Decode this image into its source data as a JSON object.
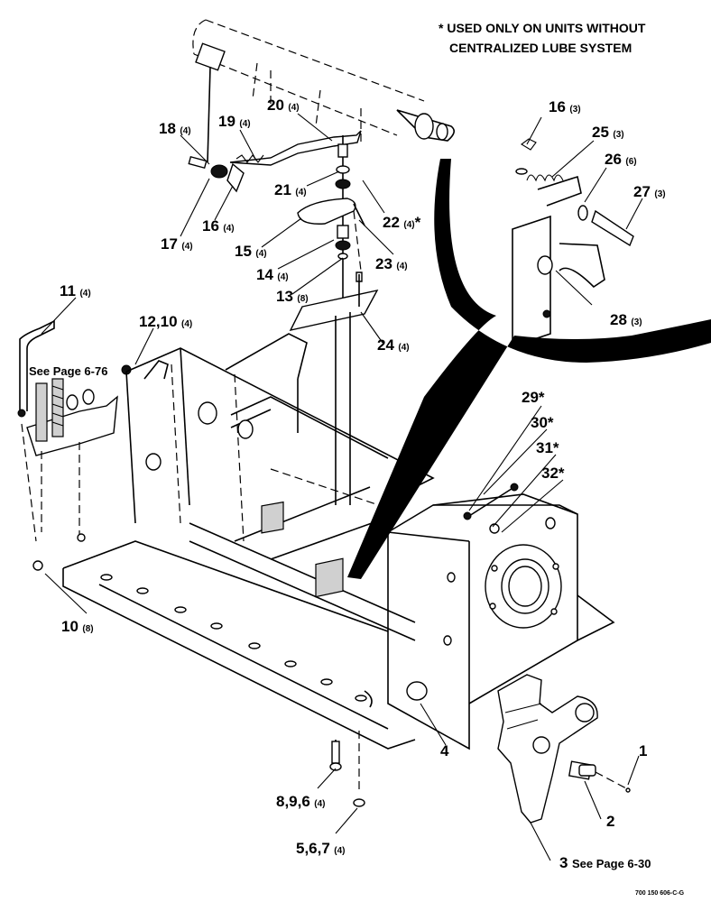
{
  "note": {
    "line1": "* USED ONLY ON UNITS WITHOUT",
    "line2": "CENTRALIZED LUBE SYSTEM"
  },
  "callouts": [
    {
      "id": "c16a",
      "num": "16",
      "qty": "(3)",
      "star": ""
    },
    {
      "id": "c25",
      "num": "25",
      "qty": "(3)",
      "star": ""
    },
    {
      "id": "c26",
      "num": "26",
      "qty": "(6)",
      "star": ""
    },
    {
      "id": "c27",
      "num": "27",
      "qty": "(3)",
      "star": ""
    },
    {
      "id": "c28",
      "num": "28",
      "qty": "(3)",
      "star": ""
    },
    {
      "id": "c18",
      "num": "18",
      "qty": "(4)",
      "star": ""
    },
    {
      "id": "c19",
      "num": "19",
      "qty": "(4)",
      "star": ""
    },
    {
      "id": "c20",
      "num": "20",
      "qty": "(4)",
      "star": ""
    },
    {
      "id": "c21",
      "num": "21",
      "qty": "(4)",
      "star": ""
    },
    {
      "id": "c22",
      "num": "22",
      "qty": "(4)",
      "star": "*"
    },
    {
      "id": "c16b",
      "num": "16",
      "qty": "(4)",
      "star": ""
    },
    {
      "id": "c17",
      "num": "17",
      "qty": "(4)",
      "star": ""
    },
    {
      "id": "c15",
      "num": "15",
      "qty": "(4)",
      "star": ""
    },
    {
      "id": "c23",
      "num": "23",
      "qty": "(4)",
      "star": ""
    },
    {
      "id": "c14",
      "num": "14",
      "qty": "(4)",
      "star": ""
    },
    {
      "id": "c13",
      "num": "13",
      "qty": "(8)",
      "star": ""
    },
    {
      "id": "c24",
      "num": "24",
      "qty": "(4)",
      "star": ""
    },
    {
      "id": "c11",
      "num": "11",
      "qty": "(4)",
      "star": ""
    },
    {
      "id": "c1210",
      "num": "12,10",
      "qty": "(4)",
      "star": ""
    },
    {
      "id": "c29",
      "num": "29",
      "qty": "",
      "star": "*"
    },
    {
      "id": "c30",
      "num": "30",
      "qty": "",
      "star": "*"
    },
    {
      "id": "c31",
      "num": "31",
      "qty": "",
      "star": "*"
    },
    {
      "id": "c32",
      "num": "32",
      "qty": "",
      "star": "*"
    },
    {
      "id": "c10",
      "num": "10",
      "qty": "(8)",
      "star": ""
    },
    {
      "id": "c4",
      "num": "4",
      "qty": "",
      "star": ""
    },
    {
      "id": "c1",
      "num": "1",
      "qty": "",
      "star": ""
    },
    {
      "id": "c2",
      "num": "2",
      "qty": "",
      "star": ""
    },
    {
      "id": "c896",
      "num": "8,9,6",
      "qty": "(4)",
      "star": ""
    },
    {
      "id": "c567",
      "num": "5,6,7",
      "qty": "(4)",
      "star": ""
    },
    {
      "id": "c3",
      "num": "3",
      "qty": "",
      "star": ""
    }
  ],
  "refs": {
    "page_676": "See Page 6-76",
    "page_630": "See Page 6-30"
  },
  "figure_id": "700 150 606-C-G"
}
